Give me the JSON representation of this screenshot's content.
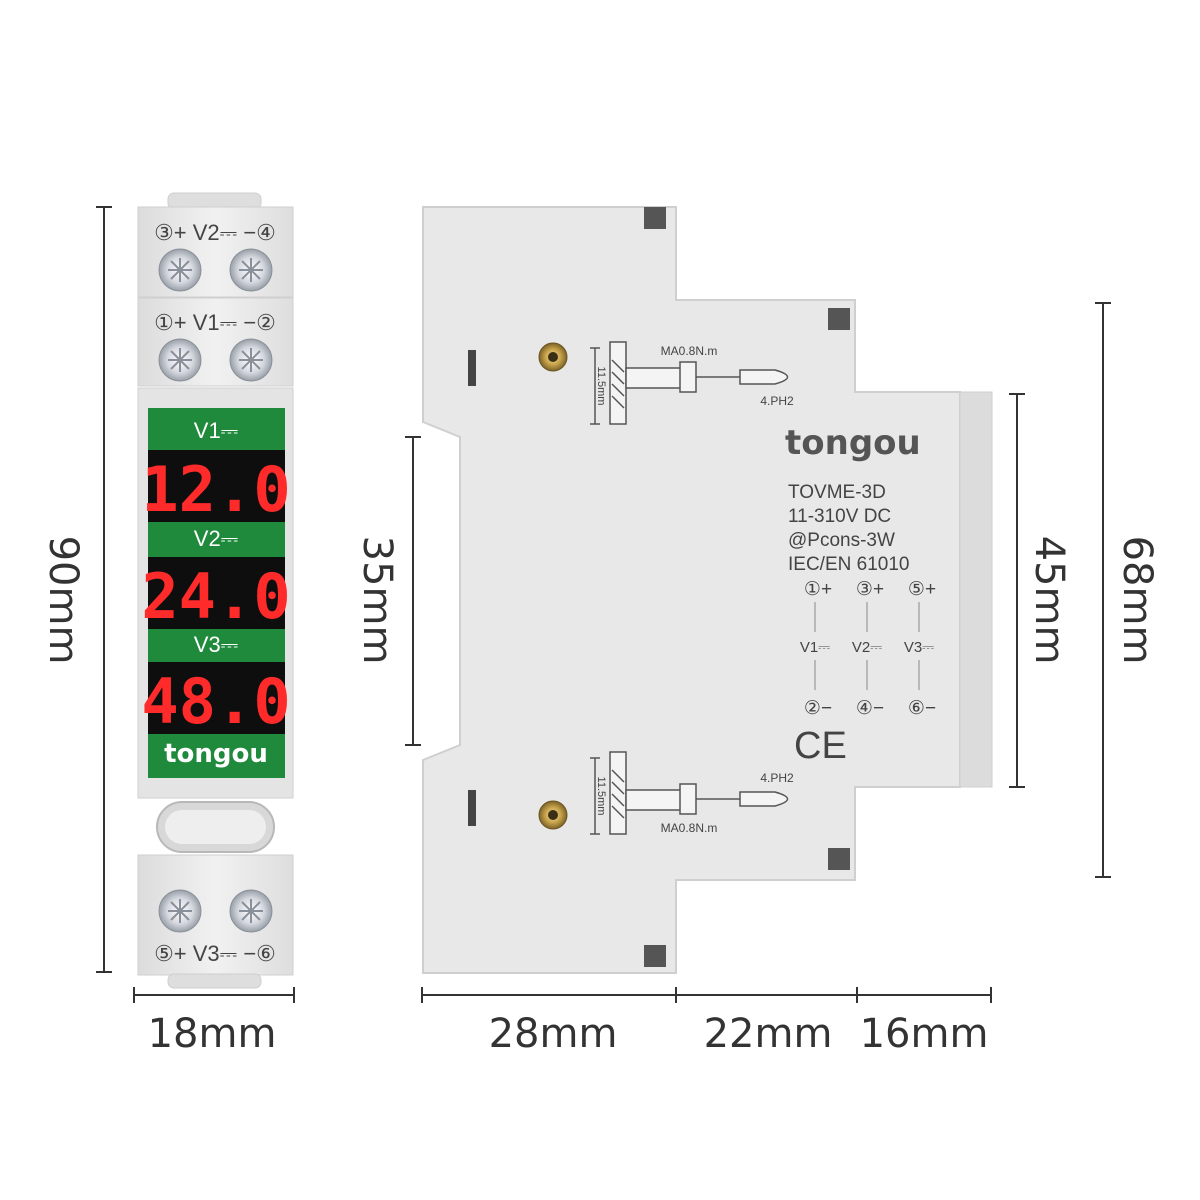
{
  "front": {
    "top_upper_label": "③+ V2⎓ −④",
    "top_lower_label": "①+ V1⎓ −②",
    "bottom_label": "⑤+ V3⎓ −⑥",
    "display": [
      {
        "label": "V1⎓",
        "value": "12.0"
      },
      {
        "label": "V2⎓",
        "value": "24.0"
      },
      {
        "label": "V3⎓",
        "value": "48.0"
      }
    ],
    "brand": "tongou"
  },
  "side": {
    "brand": "tongou",
    "model": "TOVME-3D",
    "range": "11-310V DC",
    "power": "@Pcons-3W",
    "standard": "IEC/EN  61010",
    "terminals_top": [
      "①+",
      "③+",
      "⑤+"
    ],
    "terminals_mid": [
      "V1⎓",
      "V2⎓",
      "V3⎓"
    ],
    "terminals_bottom": [
      "②−",
      "④−",
      "⑥−"
    ],
    "ce_mark": "CE",
    "torque_top": "MA0.8N.m",
    "screwdriver_top": "4.PH2",
    "strip_top": "11.5mm",
    "torque_bottom": "MA0.8N.m",
    "screwdriver_bottom": "4.PH2",
    "strip_bottom": "11.5mm"
  },
  "dimensions": {
    "height_front": "90mm",
    "width_front": "18mm",
    "rail": "35mm",
    "depth_1": "28mm",
    "depth_2": "22mm",
    "depth_3": "16mm",
    "front_face": "45mm",
    "body_height": "68mm"
  },
  "colors": {
    "housing": "#ececec",
    "display_green": "#1f8a3c",
    "display_black": "#0e0e0e",
    "segment_red": "#ff2a2a",
    "brand_gray": "#555555"
  }
}
